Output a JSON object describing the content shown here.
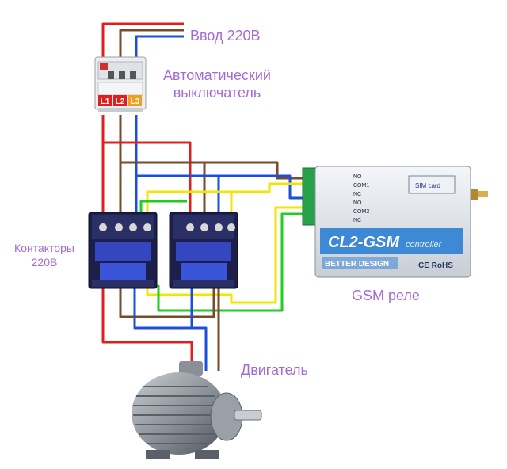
{
  "labels": {
    "input_220": "Ввод 220В",
    "breaker_line1": "Автоматический",
    "breaker_line2": "выключатель",
    "contactors_line1": "Контакторы",
    "contactors_line2": "220В",
    "gsm_relay": "GSM реле",
    "motor": "Двигатель"
  },
  "breaker": {
    "poles": [
      "L1",
      "L2",
      "L3"
    ],
    "pole_colors": [
      "#e02020",
      "#e02020",
      "#f0a020"
    ]
  },
  "gsm_device": {
    "brand_title": "CL2-GSM",
    "subtitle": "controller",
    "badge": "BETTER DESIGN",
    "cert": "CE RoHS",
    "sim_label": "SIM card",
    "terminals_top": [
      "NO",
      "COM1",
      "NC"
    ],
    "terminals_bottom": [
      "NO",
      "COM2",
      "NC"
    ]
  },
  "wire_colors": {
    "red": "#e02020",
    "brown": "#7a4a2a",
    "blue": "#1e4fd8",
    "yellow": "#f2e600",
    "green": "#22cc22"
  }
}
